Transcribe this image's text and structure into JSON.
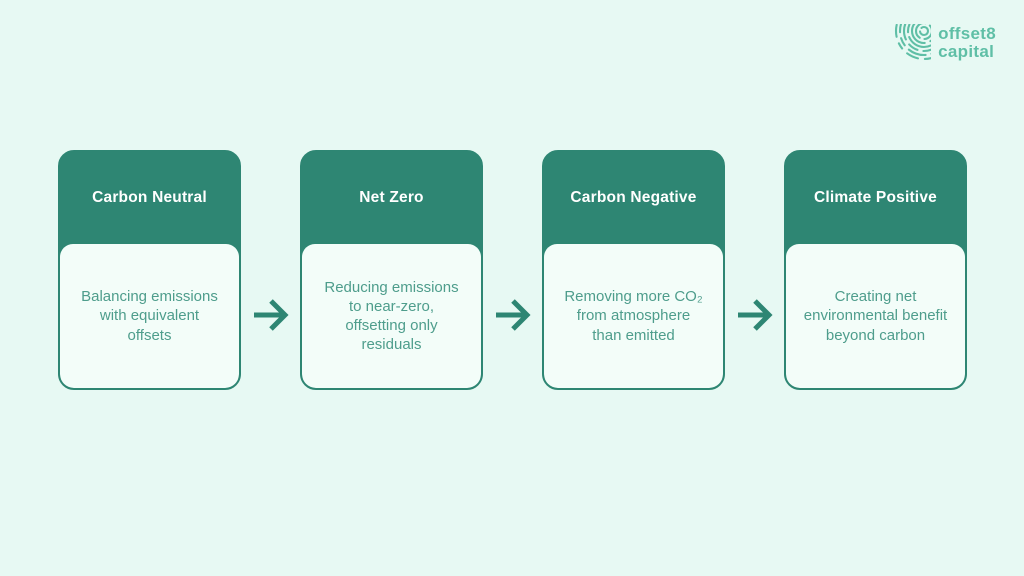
{
  "background_color": "#e7f9f3",
  "logo": {
    "icon": "fingerprint-leaf-icon",
    "line1": "offset8",
    "line2": "capital",
    "color": "#5fbfa6"
  },
  "flow": {
    "arrow_icon": "right-arrow-icon",
    "colors": {
      "card_header_bg": "#2e8673",
      "card_border": "#2e8673",
      "card_body_bg": "#f3fdf9",
      "card_body_text": "#4e9d8c",
      "card_header_text": "#ffffff",
      "arrow": "#2e8673"
    },
    "cards": [
      {
        "title": "Carbon Neutral",
        "description": "Balancing emissions\nwith equivalent\noffsets"
      },
      {
        "title": "Net Zero",
        "description": "Reducing emissions\nto near-zero,\noffsetting only\nresiduals"
      },
      {
        "title": "Carbon Negative",
        "description": "Removing more CO₂\nfrom atmosphere\nthan emitted"
      },
      {
        "title": "Climate Positive",
        "description": "Creating net\nenvironmental benefit\nbeyond carbon"
      }
    ]
  }
}
